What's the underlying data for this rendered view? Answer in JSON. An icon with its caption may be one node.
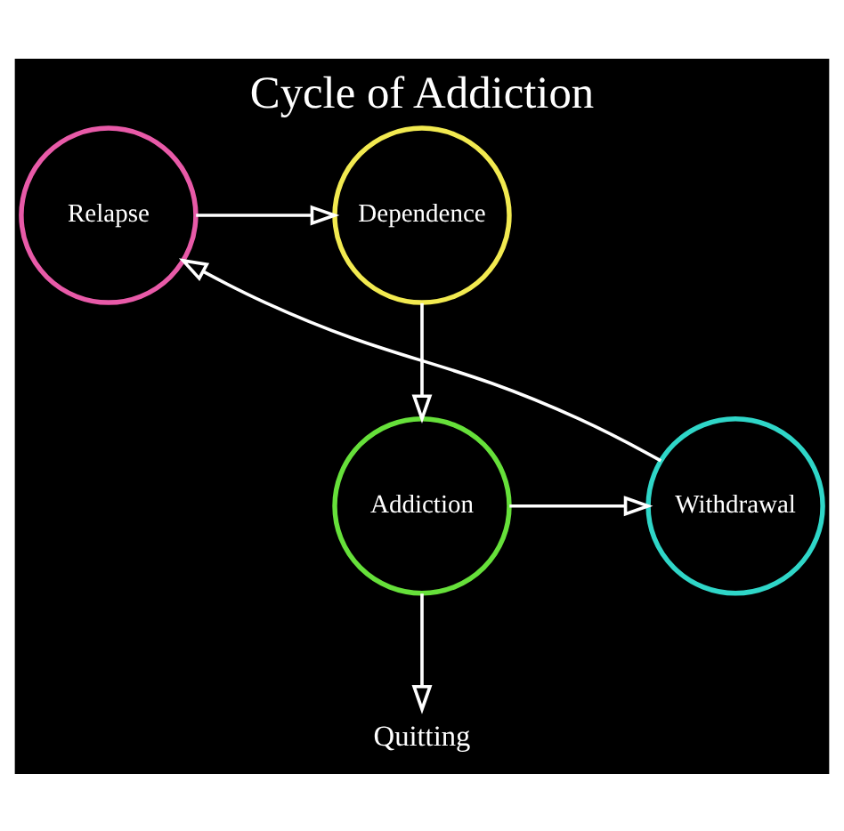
{
  "diagram": {
    "title": "Cycle of Addiction",
    "nodes": [
      {
        "text": [
          "Relapse"
        ]
      },
      {
        "text": [
          "Dependence"
        ]
      },
      {
        "text": [
          "Addiction"
        ]
      },
      {
        "text": [
          "Withdrawal"
        ]
      },
      {
        "text": [
          "Quitting"
        ]
      }
    ],
    "edges": [
      {
        "from": 0,
        "to": 1,
        "arrow": "to"
      },
      {
        "from": 1,
        "to": 2,
        "arrow": "to"
      },
      {
        "from": 2,
        "to": 3,
        "arrow": "to"
      },
      {
        "from": 3,
        "to": 0,
        "arrow": "to"
      },
      {
        "from": 2,
        "to": 4,
        "arrow": "to"
      }
    ]
  }
}
